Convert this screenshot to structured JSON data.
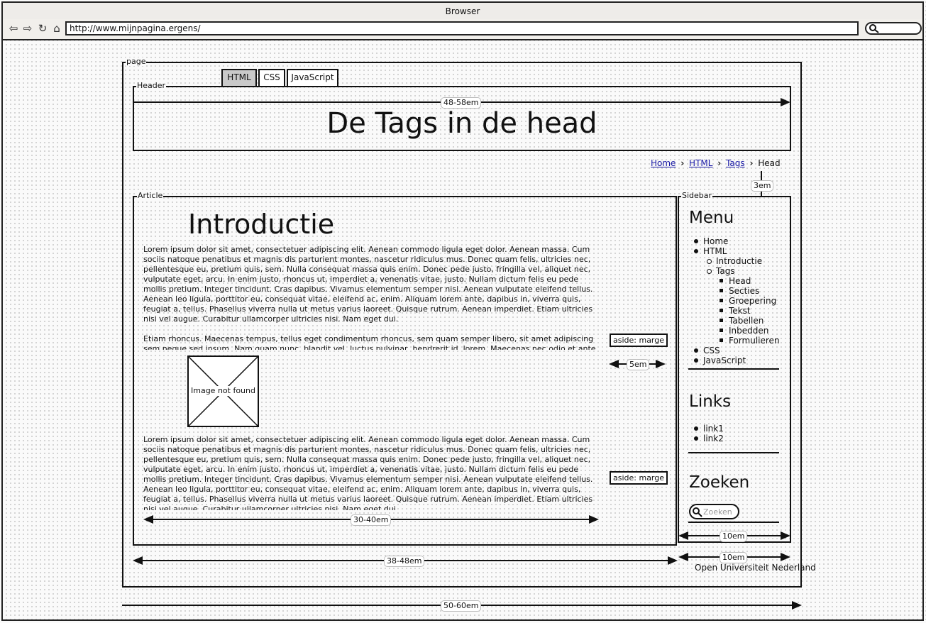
{
  "browser": {
    "title": "Browser",
    "url": "http://www.mijnpagina.ergens/"
  },
  "labels": {
    "page": "page",
    "header": "Header",
    "article": "Article",
    "sidebar": "Sidebar"
  },
  "tabs": [
    "HTML",
    "CSS",
    "JavaScript"
  ],
  "header": {
    "title": "De Tags in de head"
  },
  "breadcrumb": {
    "items": [
      "Home",
      "HTML",
      "Tags"
    ],
    "current": "Head"
  },
  "article": {
    "title": "Introductie",
    "para1": "Lorem ipsum dolor sit amet, consectetuer adipiscing elit. Aenean commodo ligula eget dolor. Aenean massa. Cum sociis natoque penatibus et magnis dis parturient montes, nascetur ridiculus mus. Donec quam felis, ultricies nec, pellentesque eu, pretium quis, sem. Nulla consequat massa quis enim. Donec pede justo, fringilla vel, aliquet nec, vulputate eget, arcu. In enim justo, rhoncus ut, imperdiet a, venenatis vitae, justo. Nullam dictum felis eu pede mollis pretium. Integer tincidunt. Cras dapibus. Vivamus elementum semper nisi. Aenean vulputate eleifend tellus. Aenean leo ligula, porttitor eu, consequat vitae, eleifend ac, enim. Aliquam lorem ante, dapibus in, viverra quis, feugiat a, tellus. Phasellus viverra nulla ut metus varius laoreet. Quisque rutrum. Aenean imperdiet. Etiam ultricies nisi vel augue. Curabitur ullamcorper ultricies nisi. Nam eget dui.",
    "para2": "Etiam rhoncus. Maecenas tempus, tellus eget condimentum rhoncus, sem quam semper libero, sit amet adipiscing sem neque sed ipsum. Nam quam nunc, blandit vel, luctus pulvinar, hendrerit id, lorem. Maecenas nec odio et ante",
    "image_text": "Image not found",
    "para3": "Lorem ipsum dolor sit amet, consectetuer adipiscing elit. Aenean commodo ligula eget dolor. Aenean massa. Cum sociis natoque penatibus et magnis dis parturient montes, nascetur ridiculus mus. Donec quam felis, ultricies nec, pellentesque eu, pretium quis, sem. Nulla consequat massa quis enim. Donec pede justo, fringilla vel, aliquet nec, vulputate eget, arcu. In enim justo, rhoncus ut, imperdiet a, venenatis vitae, justo. Nullam dictum felis eu pede mollis pretium. Integer tincidunt. Cras dapibus. Vivamus elementum semper nisi. Aenean vulputate eleifend tellus. Aenean leo ligula, porttitor eu, consequat vitae, eleifend ac, enim. Aliquam lorem ante, dapibus in, viverra quis, feugiat a, tellus. Phasellus viverra nulla ut metus varius laoreet. Quisque rutrum. Aenean imperdiet. Etiam ultricies nisi vel augue. Curabitur ullamcorper ultricies nisi. Nam eget dui."
  },
  "aside": {
    "label": "aside: marge"
  },
  "sidebar": {
    "menu_title": "Menu",
    "menu": {
      "home": "Home",
      "html": "HTML",
      "introductie": "Introductie",
      "tags": "Tags",
      "tag_items": [
        "Head",
        "Secties",
        "Groepering",
        "Tekst",
        "Tabellen",
        "Inbedden",
        "Formulieren"
      ],
      "css": "CSS",
      "javascript": "JavaScript"
    },
    "links_title": "Links",
    "links": [
      "link1",
      "link2"
    ],
    "search_title": "Zoeken",
    "search_placeholder": "Zoeken"
  },
  "dimensions": {
    "header": "48-58em",
    "breadcrumb_gap": "3em",
    "aside": "5em",
    "text": "30-40em",
    "sidebar": "10em",
    "footer_sidebar": "10em",
    "main": "38-48em",
    "page": "50-60em"
  },
  "footer": {
    "text": "Open Universiteit Nederland"
  }
}
